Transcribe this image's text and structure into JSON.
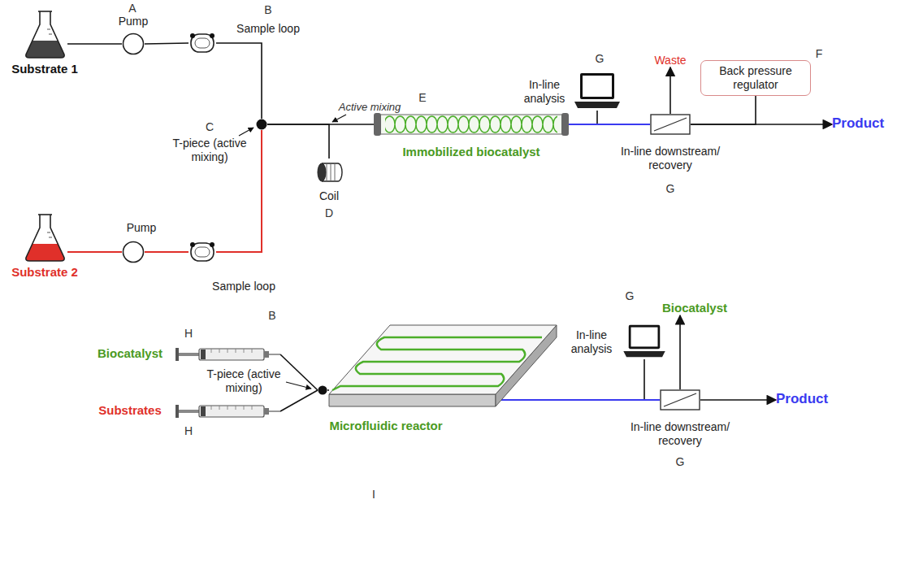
{
  "diagram": {
    "nodes": [
      {
        "text": [
          "Substrate 1"
        ]
      },
      {
        "text": [
          "Substrate 2"
        ]
      },
      {
        "text": [
          "Pump"
        ]
      },
      {
        "text": [
          "Pump"
        ]
      },
      {
        "text": [
          "Sample loop"
        ]
      },
      {
        "text": [
          "Sample loop"
        ]
      },
      {
        "text": [
          "T-piece (active mixing)"
        ]
      },
      {
        "text": [
          "Coil"
        ]
      },
      {
        "text": [
          "Immobilized biocatalyst"
        ]
      },
      {
        "text": [
          "In-line downstream/ recovery"
        ]
      },
      {
        "text": [
          "Back pressure regulator"
        ]
      },
      {
        "text": [
          "Waste"
        ]
      },
      {
        "text": [
          "Product"
        ]
      },
      {
        "text": [
          "In-line analysis"
        ]
      },
      {
        "text": [
          "Biocatalyst"
        ]
      },
      {
        "text": [
          "Substrates"
        ]
      },
      {
        "text": [
          "T-piece (active mixing)"
        ]
      },
      {
        "text": [
          "Microfluidic reactor"
        ]
      },
      {
        "text": [
          "In-line analysis"
        ]
      },
      {
        "text": [
          "In-line downstream/ recovery"
        ]
      },
      {
        "text": [
          "Biocatalyst"
        ]
      },
      {
        "text": [
          "Product"
        ]
      }
    ],
    "edges": [
      {
        "from": 0,
        "to": 2,
        "arrow": "none"
      },
      {
        "from": 2,
        "to": 4,
        "arrow": "none"
      },
      {
        "from": 4,
        "to": 6,
        "arrow": "none"
      },
      {
        "from": 1,
        "to": 3,
        "arrow": "none"
      },
      {
        "from": 3,
        "to": 5,
        "arrow": "none"
      },
      {
        "from": 5,
        "to": 6,
        "arrow": "none"
      },
      {
        "from": 6,
        "to": 8,
        "arrow": "none"
      },
      {
        "from": 6,
        "to": 7,
        "arrow": "none"
      },
      {
        "from": 13,
        "to": 9,
        "arrow": "none"
      },
      {
        "from": 8,
        "to": 9,
        "arrow": "none"
      },
      {
        "from": 9,
        "to": 11,
        "arrow": "to"
      },
      {
        "from": 9,
        "to": 10,
        "arrow": "none"
      },
      {
        "from": 9,
        "to": 12,
        "arrow": "to"
      },
      {
        "from": 14,
        "to": 16,
        "arrow": "none"
      },
      {
        "from": 15,
        "to": 16,
        "arrow": "none"
      },
      {
        "from": 16,
        "to": 17,
        "arrow": "none"
      },
      {
        "from": 18,
        "to": 19,
        "arrow": "none"
      },
      {
        "from": 17,
        "to": 19,
        "arrow": "none"
      },
      {
        "from": 19,
        "to": 20,
        "arrow": "to"
      },
      {
        "from": 19,
        "to": 21,
        "arrow": "to"
      }
    ],
    "labels": [
      "A",
      "B",
      "C",
      "Active mixing",
      "D",
      "E",
      "G",
      "F",
      "G",
      "B",
      "H",
      "H",
      "G",
      "G",
      "I"
    ]
  }
}
